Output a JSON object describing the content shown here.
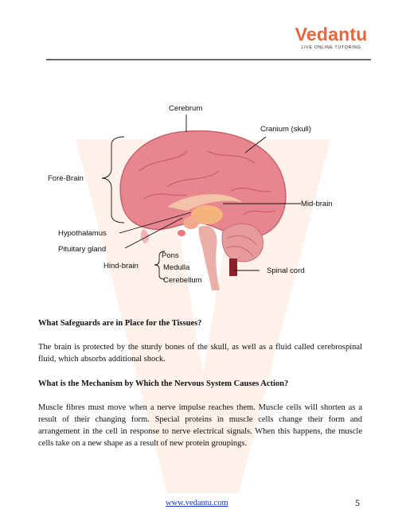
{
  "header": {
    "logo_word": "Vedantu",
    "logo_tagline": "LIVE ONLINE TUTORING"
  },
  "diagram": {
    "labels": {
      "cerebrum": "Cerebrum",
      "cranium": "Cranium (skull)",
      "fore_brain": "Fore-Brain",
      "mid_brain": "Mid-brain",
      "hypothalamus": "Hypothalamus",
      "pituitary": "Pituitary gland",
      "pons": "Pons",
      "hind_brain": "Hind-brain",
      "medulla": "Medulla",
      "cerebellum": "Cerebellum",
      "spinal_cord": "Spinal cord"
    }
  },
  "sections": [
    {
      "heading": "What Safeguards are in Place for the Tissues?",
      "paragraph": "The brain is protected by the sturdy bones of the skull, as well as a fluid called cerebrospinal fluid, which absorbs additional shock."
    },
    {
      "heading": "What is the Mechanism by Which the Nervous System Causes Action?",
      "paragraph": "Muscle fibres must move when a nerve impulse reaches them. Muscle cells will shorten as a result of their changing form. Special proteins in muscle cells change their form and arrangement in the cell in response to nerve electrical signals. When this happens, the muscle cells take on a new shape as a result of new protein groupings."
    }
  ],
  "footer": {
    "link": "www.vedantu.com",
    "page_number": "5"
  },
  "colors": {
    "brand_orange": "#f0643a",
    "brain_pink": "#e8868f",
    "link_blue": "#1a35d6"
  }
}
